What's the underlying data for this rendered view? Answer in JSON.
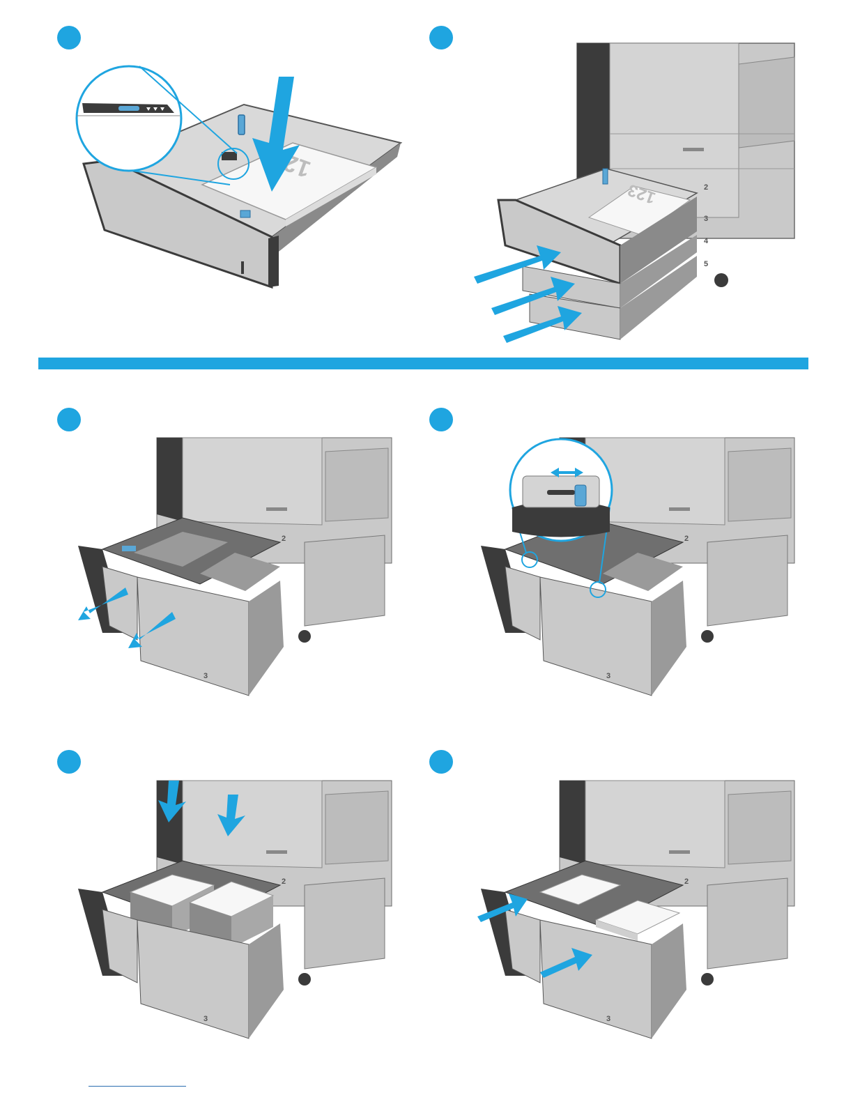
{
  "colors": {
    "accent": "#1fa5e0",
    "printer_body": "#c9c9c9",
    "printer_dark": "#3b3b3b",
    "paper": "#f7f7f7"
  },
  "steps": [
    {
      "id": "step-1",
      "tray_number": "",
      "paper_label": "123"
    },
    {
      "id": "step-2",
      "tray_numbers": [
        "2",
        "3",
        "4",
        "5"
      ],
      "paper_label": "123"
    },
    {
      "id": "step-3",
      "tray_numbers": [
        "2",
        "3"
      ]
    },
    {
      "id": "step-4",
      "tray_numbers": [
        "2",
        "3"
      ]
    },
    {
      "id": "step-5",
      "tray_numbers": [
        "2",
        "3"
      ]
    },
    {
      "id": "step-6",
      "tray_numbers": [
        "2",
        "3"
      ]
    }
  ]
}
